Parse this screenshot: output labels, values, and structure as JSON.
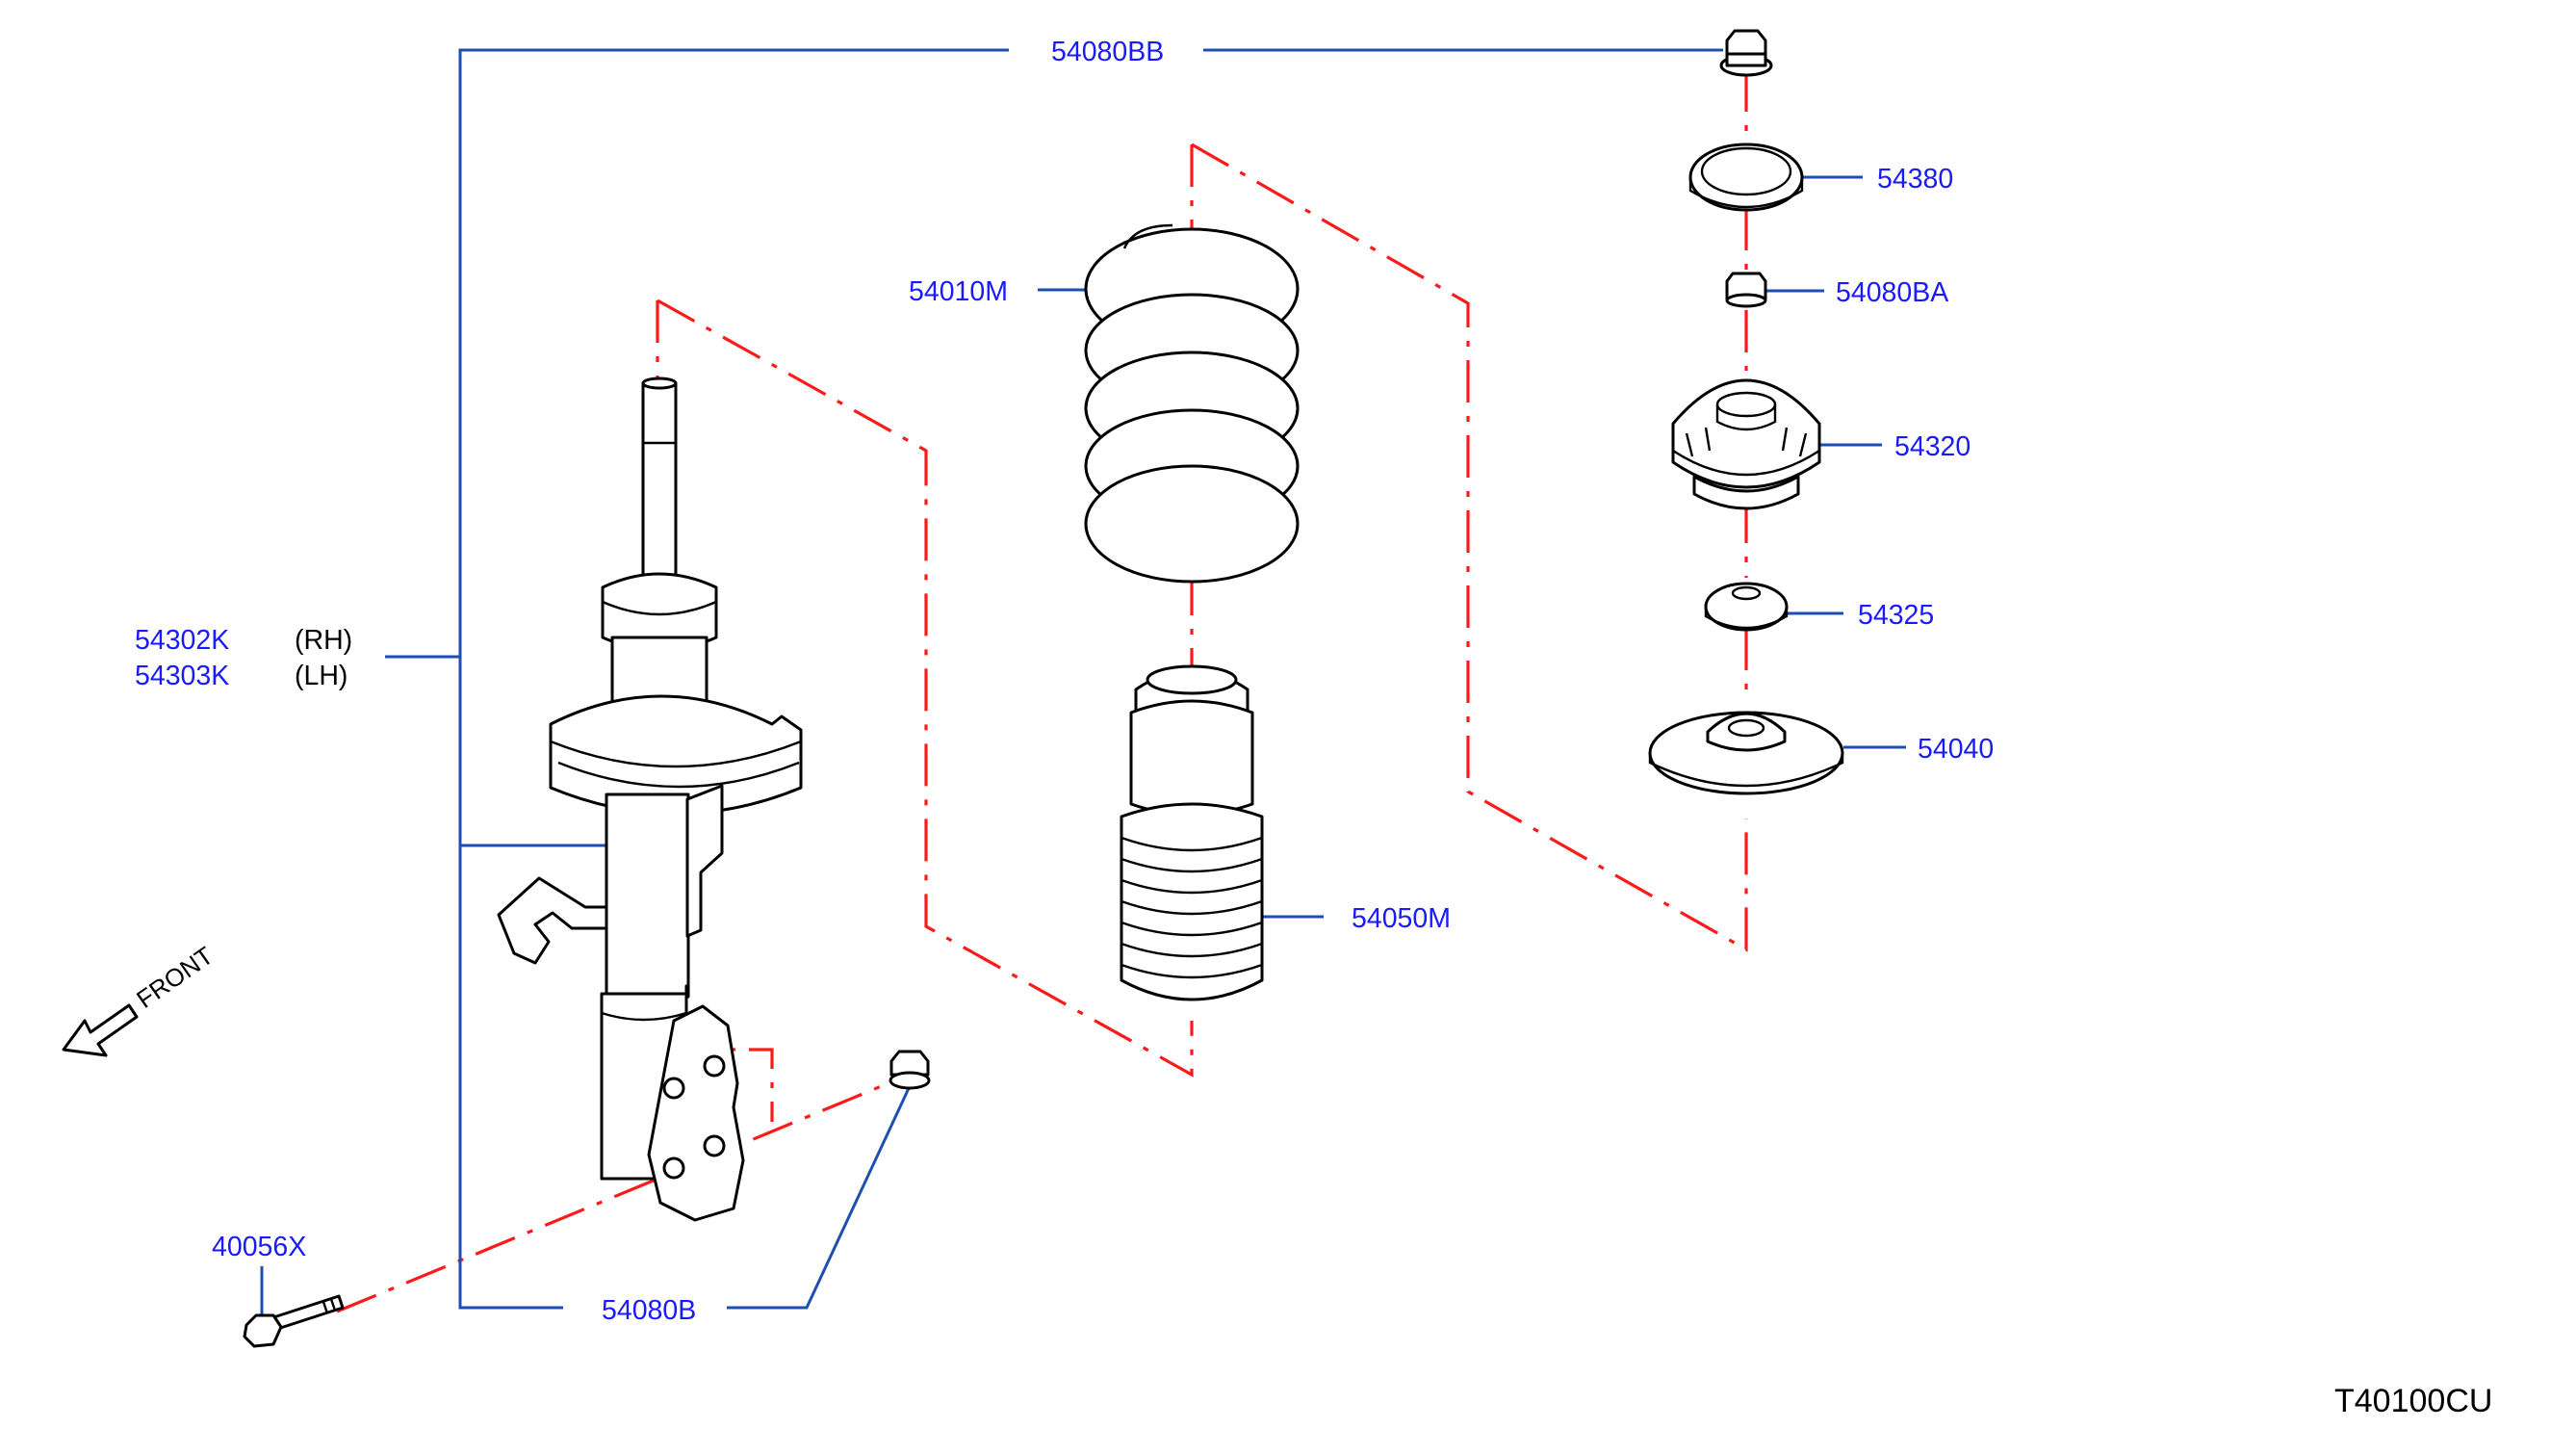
{
  "colors": {
    "part_number": "#1a1aff",
    "leader_line": "#1e4fb0",
    "center_line": "#ff1a1a",
    "outline": "#000000",
    "background": "#ffffff"
  },
  "labels": {
    "assembly_nut": "54080BB",
    "upper_washer": "54380",
    "upper_nut": "54080BA",
    "mount_insulator": "54320",
    "bushing": "54325",
    "spring_seat": "54040",
    "coil_spring": "54010M",
    "bound_bumper": "54050M",
    "strut_rh": "54302K",
    "strut_rh_side": "(RH)",
    "strut_lh": "54303K",
    "strut_lh_side": "(LH)",
    "lower_bolt": "40056X",
    "lower_nut": "54080B"
  },
  "front_label": "FRONT",
  "diagram_code": "T40100CU"
}
